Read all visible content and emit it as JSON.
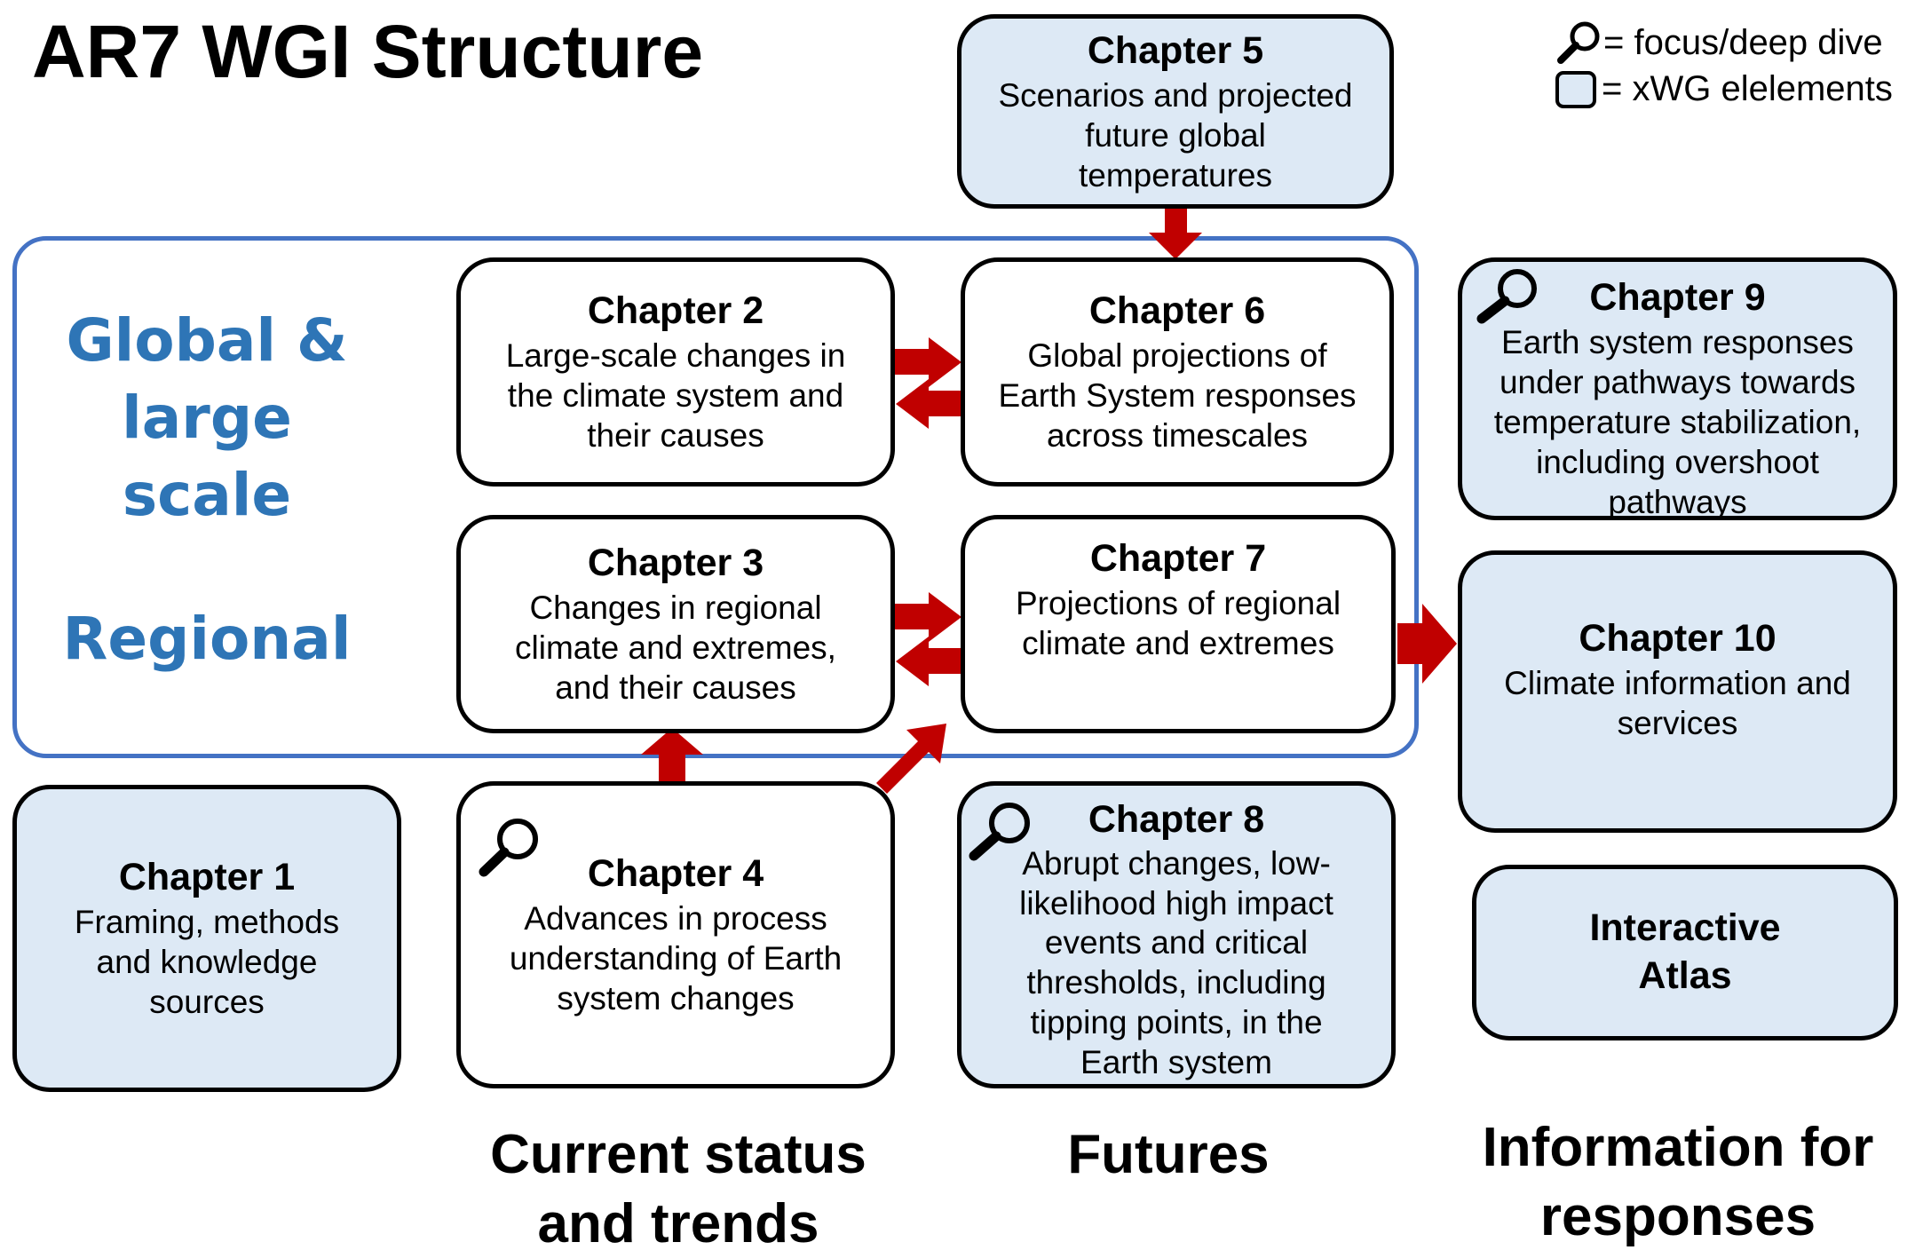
{
  "title": "AR7 WGI Structure",
  "legend": {
    "focus_label": "= focus/deep dive",
    "xwg_label": "= xWG elelements"
  },
  "row_labels": {
    "global_line1": "Global &",
    "global_line2": "large scale",
    "regional": "Regional"
  },
  "chapters": {
    "ch1": {
      "title": "Chapter 1",
      "desc": "Framing, methods and knowledge sources"
    },
    "ch2": {
      "title": "Chapter 2",
      "desc": "Large-scale changes in the climate system and their causes"
    },
    "ch3": {
      "title": "Chapter 3",
      "desc": "Changes in regional climate and extremes, and their causes"
    },
    "ch4": {
      "title": "Chapter 4",
      "desc": "Advances in process understanding of Earth system changes"
    },
    "ch5": {
      "title": "Chapter 5",
      "desc": "Scenarios and projected future global temperatures"
    },
    "ch6": {
      "title": "Chapter 6",
      "desc": "Global projections of Earth System responses across timescales"
    },
    "ch7": {
      "title": "Chapter 7",
      "desc": "Projections of regional climate and extremes"
    },
    "ch8": {
      "title": "Chapter 8",
      "desc": "Abrupt changes, low-likelihood high impact events and critical thresholds, including tipping points, in the Earth system"
    },
    "ch9": {
      "title": "Chapter 9",
      "desc": "Earth system responses under pathways towards temperature stabilization, including overshoot pathways"
    },
    "ch10": {
      "title": "Chapter 10",
      "desc": "Climate information and services"
    }
  },
  "atlas": {
    "title": "Interactive Atlas"
  },
  "column_labels": {
    "current": "Current status and trends",
    "futures": "Futures",
    "responses": "Information for responses"
  },
  "colors": {
    "xwg_fill": "#dde9f5",
    "frame_blue": "#4472c4",
    "label_blue": "#2e75b6",
    "arrow_red": "#c00000"
  },
  "icons": {
    "focus": "magnifier-icon",
    "xwg": "rounded-square-icon"
  }
}
